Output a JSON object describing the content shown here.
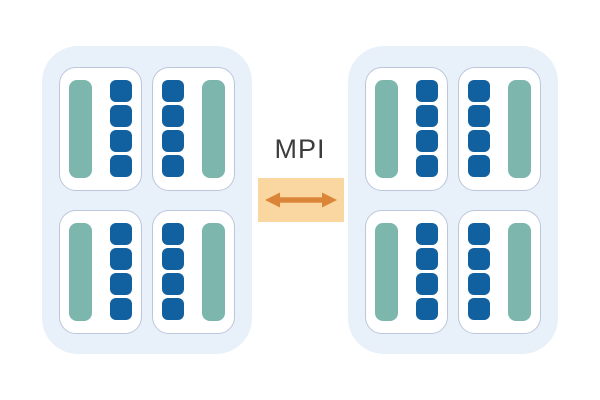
{
  "diagram": {
    "link": {
      "label": "MPI",
      "icon": "double-arrow-icon"
    },
    "colors": {
      "node_fill": "#E8F0FA",
      "socket_fill": "#FFFFFF",
      "socket_border": "#BCC7DB",
      "bar_fill": "#7CB6AD",
      "core_fill": "#1160A0",
      "link_fill": "#FAD7A0",
      "arrow_color": "#DA8538",
      "text_color": "#3C3C3C"
    },
    "nodes": [
      {
        "id": "node-left",
        "sockets": [
          {
            "bar_side": "left",
            "cores": 4
          },
          {
            "bar_side": "right",
            "cores": 4
          },
          {
            "bar_side": "left",
            "cores": 4
          },
          {
            "bar_side": "right",
            "cores": 4
          }
        ]
      },
      {
        "id": "node-right",
        "sockets": [
          {
            "bar_side": "left",
            "cores": 4
          },
          {
            "bar_side": "right",
            "cores": 4
          },
          {
            "bar_side": "left",
            "cores": 4
          },
          {
            "bar_side": "right",
            "cores": 4
          }
        ]
      }
    ]
  }
}
